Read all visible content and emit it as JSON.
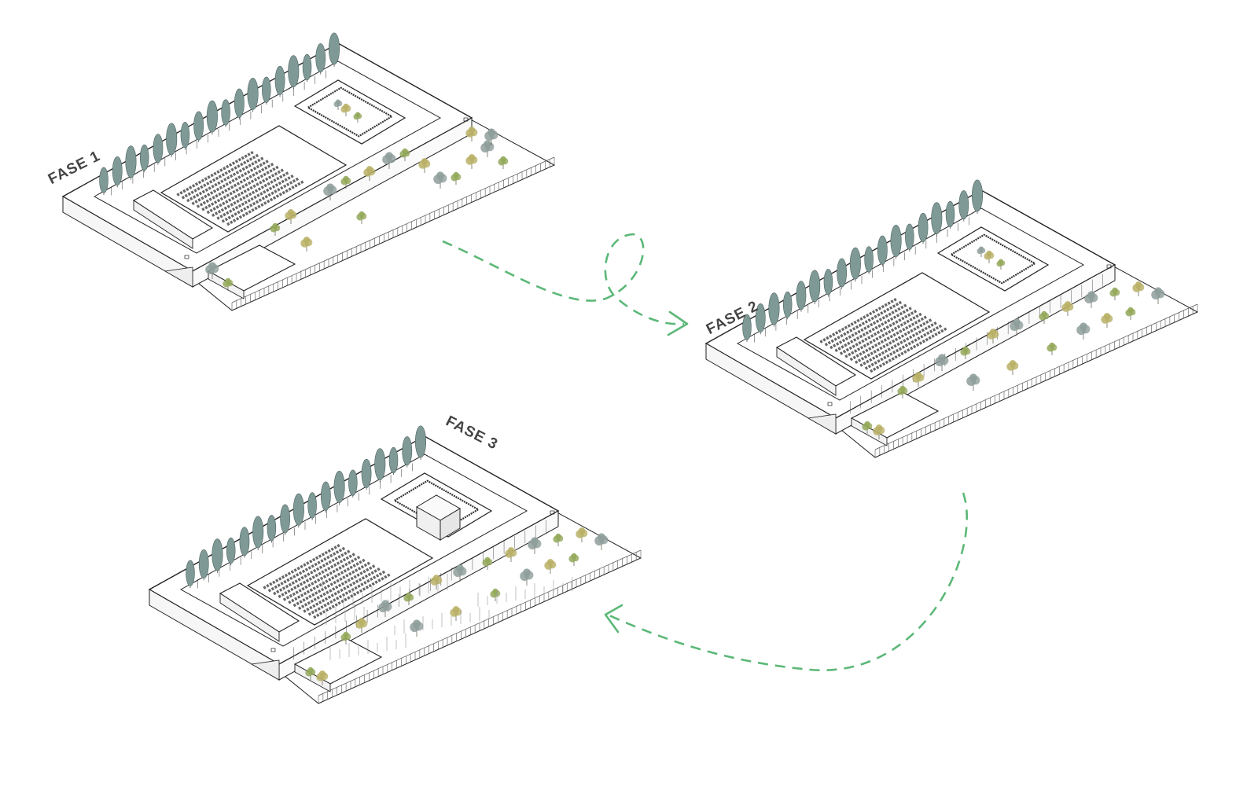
{
  "phases": [
    {
      "label": "FASE 1"
    },
    {
      "label": "FASE 2"
    },
    {
      "label": "FASE 3"
    }
  ],
  "colors": {
    "line": "#222222",
    "arrow": "#5cb878",
    "cypress": "#7f9a96",
    "tree_green": "#93a85a",
    "tree_olive": "#b9b066",
    "tree_grey": "#8e9e9b",
    "field": "#bfc6c4"
  },
  "icons": [
    "cypress-tree-icon",
    "deciduous-tree-icon",
    "arrow-icon"
  ]
}
